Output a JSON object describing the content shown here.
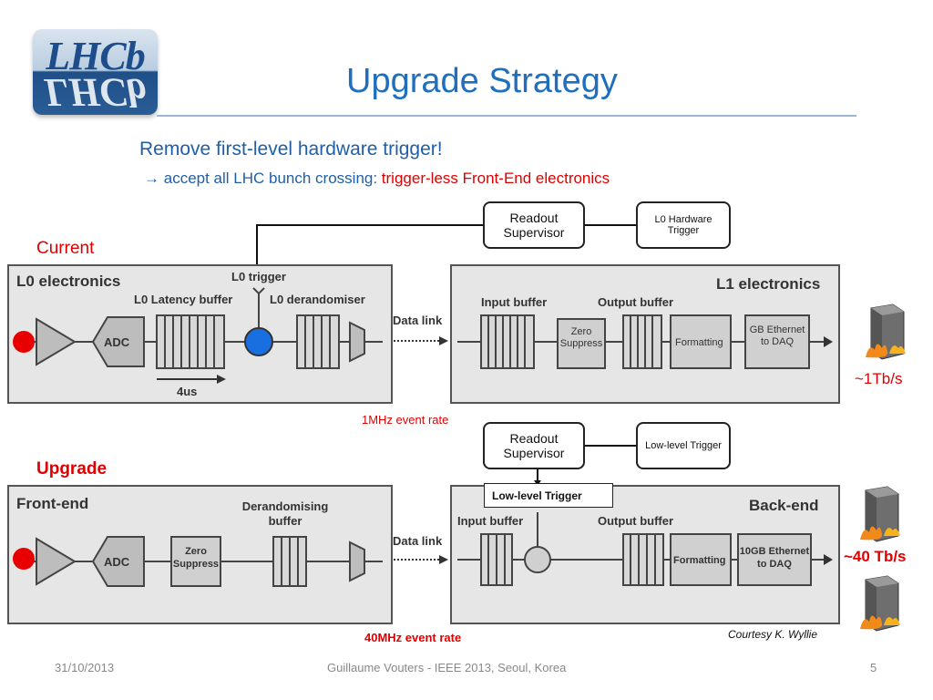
{
  "logo": {
    "text": "LHCb"
  },
  "title": "Upgrade Strategy",
  "subtitle": {
    "line1": "Remove first-level hardware trigger!",
    "arrow": "→",
    "line2_prefix": "accept all LHC bunch crossing: ",
    "line2_highlight": "trigger-less Front-End electronics"
  },
  "current": {
    "label": "Current",
    "readout_supervisor": "Readout Supervisor",
    "trigger_box": "L0 Hardware Trigger",
    "left_panel": {
      "title": "L0 electronics",
      "l0_trigger": "L0 trigger",
      "latency_buffer": "L0 Latency buffer",
      "derandomiser": "L0 derandomiser",
      "adc": "ADC",
      "time": "4us",
      "data_link": "Data link"
    },
    "right_panel": {
      "title": "L1 electronics",
      "input_buffer": "Input buffer",
      "output_buffer": "Output buffer",
      "zero_suppress": "Zero Suppress",
      "formatting": "Formatting",
      "gb_ethernet": "GB Ethernet to DAQ"
    },
    "rate": "1MHz event rate",
    "bandwidth": "~1Tb/s"
  },
  "upgrade": {
    "label": "Upgrade",
    "readout_supervisor": "Readout Supervisor",
    "trigger_box": "Low-level Trigger",
    "trigger_tag": "Low-level Trigger",
    "left_panel": {
      "title": "Front-end",
      "derandomising": "Derandomising buffer",
      "zero_suppress": "Zero Suppress",
      "adc": "ADC",
      "data_link": "Data link"
    },
    "right_panel": {
      "title": "Back-end",
      "input_buffer": "Input buffer",
      "output_buffer": "Output buffer",
      "formatting": "Formatting",
      "gb_ethernet": "10GB Ethernet to DAQ"
    },
    "rate": "40MHz event rate",
    "bandwidth": "~40 Tb/s"
  },
  "courtesy": "Courtesy K. Wyllie",
  "footer": {
    "date": "31/10/2013",
    "center": "Guillaume Vouters  - IEEE 2013, Seoul, Korea",
    "page": "5"
  },
  "icons": {
    "server": "server-fire-icon",
    "input_dot": "red-input-dot"
  },
  "colors": {
    "title": "#1f6fbf",
    "accent_red": "#e00000",
    "trigger_dot": "#1a6fe0",
    "panel": "#e6e6e6"
  }
}
